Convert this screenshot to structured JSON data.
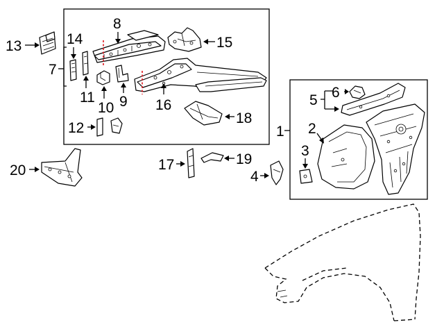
{
  "callouts": {
    "c1": "1",
    "c2": "2",
    "c3": "3",
    "c4": "4",
    "c5": "5",
    "c6": "6",
    "c7": "7",
    "c8": "8",
    "c9": "9",
    "c10": "10",
    "c11": "11",
    "c12": "12",
    "c13": "13",
    "c14": "14",
    "c15": "15",
    "c16": "16",
    "c17": "17",
    "c18": "18",
    "c19": "19",
    "c20": "20"
  },
  "colors": {
    "line": "#000000",
    "cut_marker": "#e0181e",
    "background": "#ffffff"
  }
}
